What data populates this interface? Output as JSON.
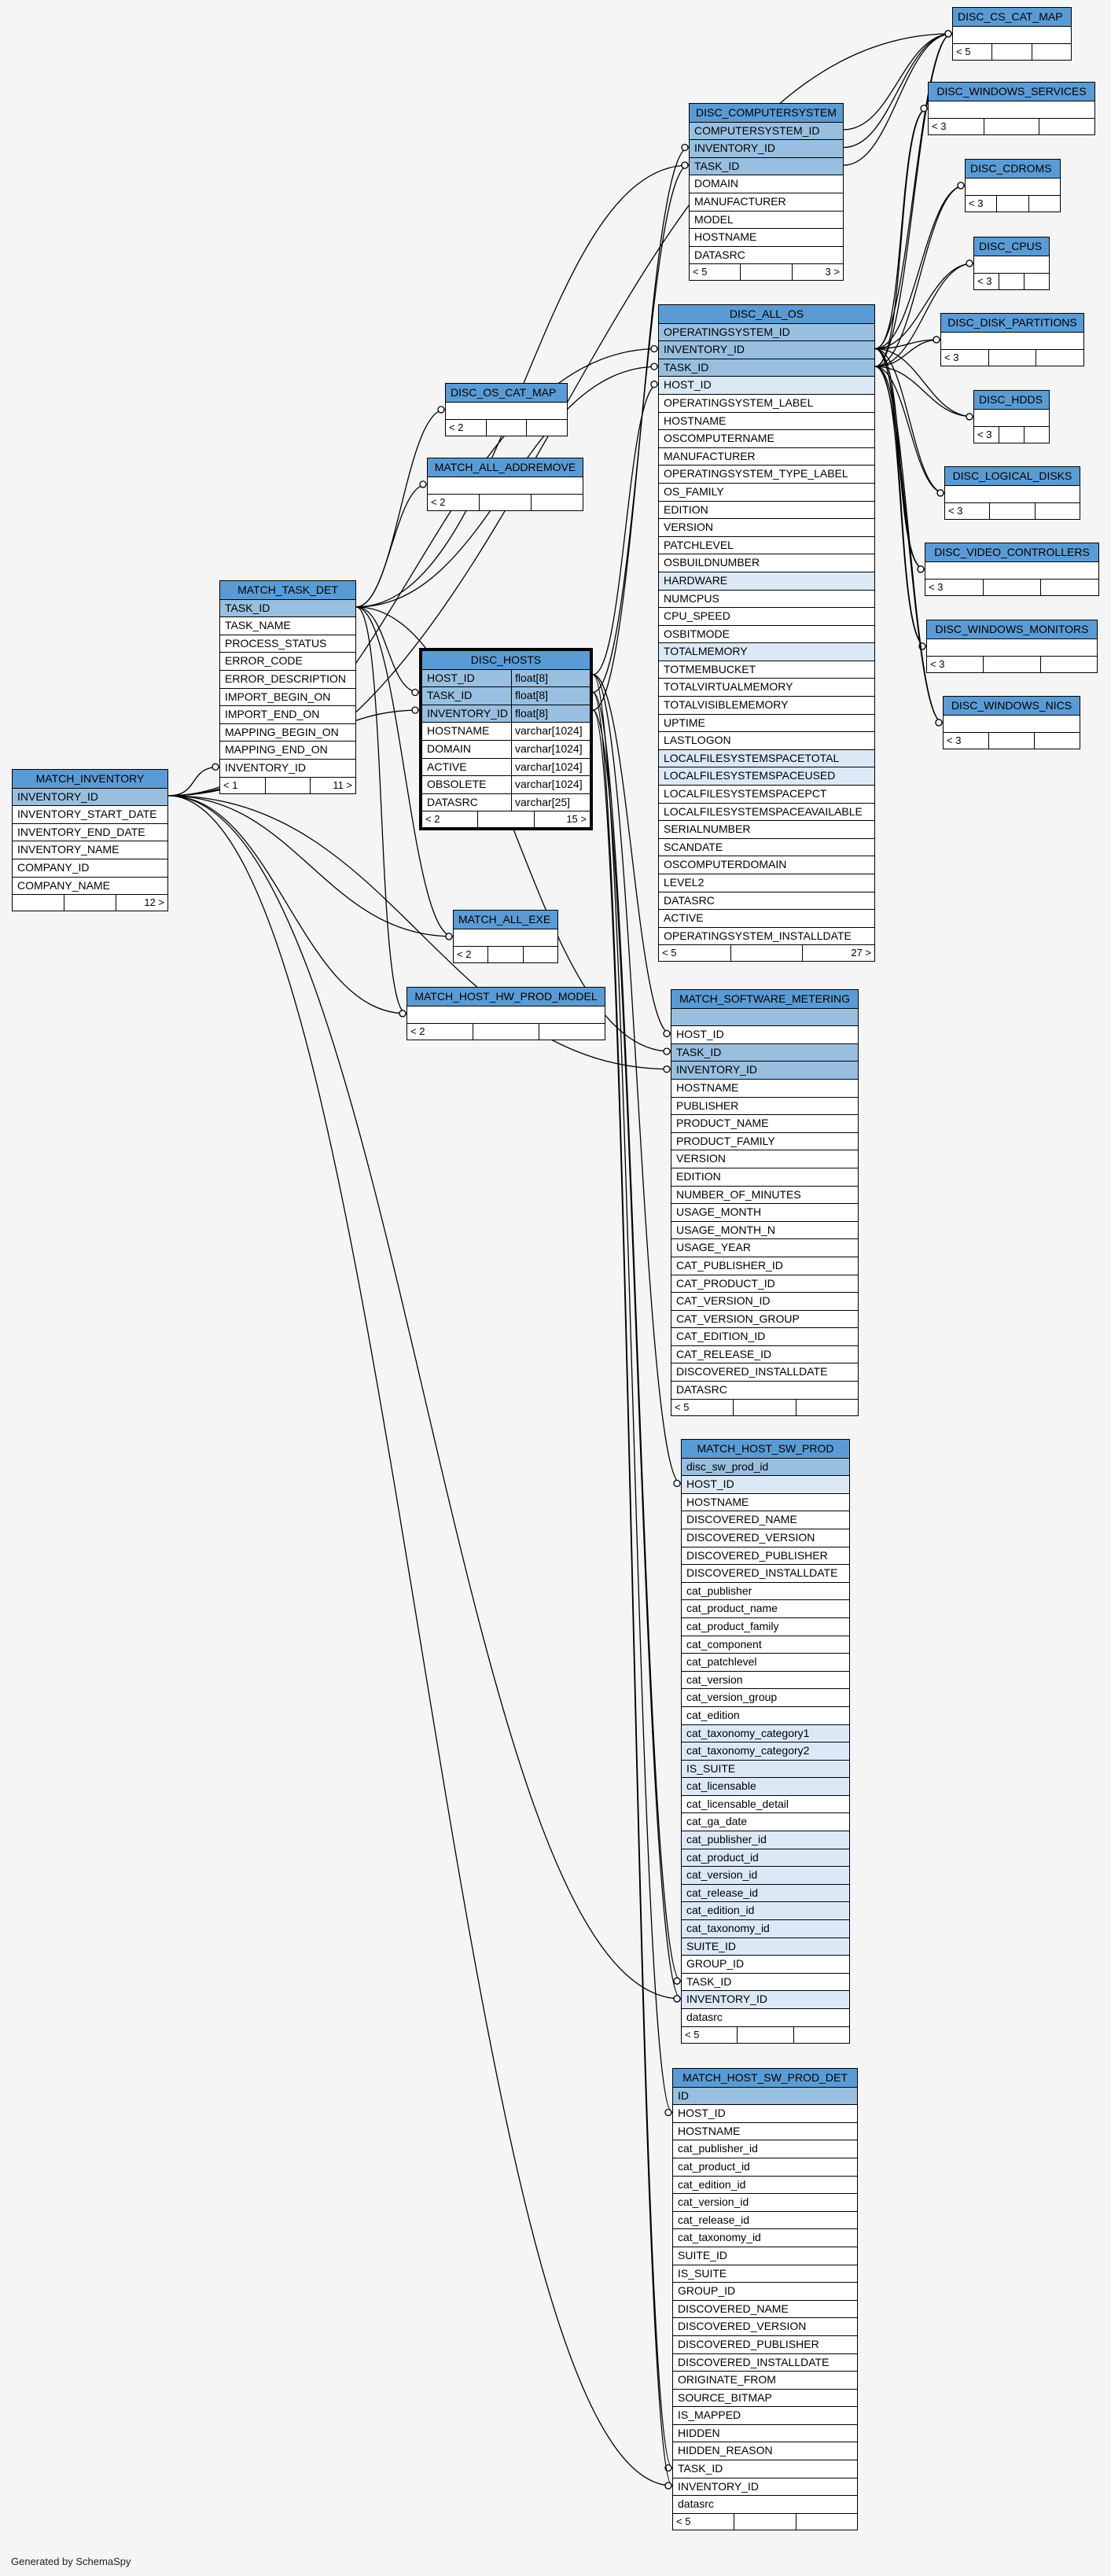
{
  "tables": [
    {
      "id": "disc_cs_cat_map",
      "name": "DISC_CS_CAT_MAP",
      "rows": [
        {
          "n": "",
          "k": "blank"
        }
      ],
      "foot": [
        "< 5",
        "",
        ""
      ]
    },
    {
      "id": "disc_windows_services",
      "name": "DISC_WINDOWS_SERVICES",
      "rows": [
        {
          "n": "",
          "k": "blank"
        }
      ],
      "foot": [
        "< 3",
        "",
        ""
      ]
    },
    {
      "id": "disc_cdroms",
      "name": "DISC_CDROMS",
      "rows": [
        {
          "n": "",
          "k": "blank"
        }
      ],
      "foot": [
        "< 3",
        "",
        ""
      ]
    },
    {
      "id": "disc_cpus",
      "name": "DISC_CPUS",
      "rows": [
        {
          "n": "",
          "k": "blank"
        }
      ],
      "foot": [
        "< 3",
        "",
        ""
      ]
    },
    {
      "id": "disc_disk_partitions",
      "name": "DISC_DISK_PARTITIONS",
      "rows": [
        {
          "n": "",
          "k": "blank"
        }
      ],
      "foot": [
        "< 3",
        "",
        ""
      ]
    },
    {
      "id": "disc_hdds",
      "name": "DISC_HDDS",
      "rows": [
        {
          "n": "",
          "k": "blank"
        }
      ],
      "foot": [
        "< 3",
        "",
        ""
      ]
    },
    {
      "id": "disc_logical_disks",
      "name": "DISC_LOGICAL_DISKS",
      "rows": [
        {
          "n": "",
          "k": "blank"
        }
      ],
      "foot": [
        "< 3",
        "",
        ""
      ]
    },
    {
      "id": "disc_video_controllers",
      "name": "DISC_VIDEO_CONTROLLERS",
      "rows": [
        {
          "n": "",
          "k": "blank"
        }
      ],
      "foot": [
        "< 3",
        "",
        ""
      ]
    },
    {
      "id": "disc_windows_monitors",
      "name": "DISC_WINDOWS_MONITORS",
      "rows": [
        {
          "n": "",
          "k": "blank"
        }
      ],
      "foot": [
        "< 3",
        "",
        ""
      ]
    },
    {
      "id": "disc_windows_nics",
      "name": "DISC_WINDOWS_NICS",
      "rows": [
        {
          "n": "",
          "k": "blank"
        }
      ],
      "foot": [
        "< 3",
        "",
        ""
      ]
    },
    {
      "id": "disc_computersystem",
      "name": "DISC_COMPUTERSYSTEM",
      "rows": [
        {
          "n": "COMPUTERSYSTEM_ID",
          "k": "pk"
        },
        {
          "n": "INVENTORY_ID",
          "k": "pk"
        },
        {
          "n": "TASK_ID",
          "k": "pk"
        },
        {
          "n": "DOMAIN",
          "k": ""
        },
        {
          "n": "MANUFACTURER",
          "k": ""
        },
        {
          "n": "MODEL",
          "k": ""
        },
        {
          "n": "HOSTNAME",
          "k": ""
        },
        {
          "n": "DATASRC",
          "k": ""
        }
      ],
      "foot": [
        "< 5",
        "",
        "3 >"
      ]
    },
    {
      "id": "disc_all_os",
      "name": "DISC_ALL_OS",
      "rows": [
        {
          "n": "OPERATINGSYSTEM_ID",
          "k": "pk"
        },
        {
          "n": "INVENTORY_ID",
          "k": "pk"
        },
        {
          "n": "TASK_ID",
          "k": "pk"
        },
        {
          "n": "HOST_ID",
          "k": "ix"
        },
        {
          "n": "OPERATINGSYSTEM_LABEL",
          "k": ""
        },
        {
          "n": "HOSTNAME",
          "k": ""
        },
        {
          "n": "OSCOMPUTERNAME",
          "k": ""
        },
        {
          "n": "MANUFACTURER",
          "k": ""
        },
        {
          "n": "OPERATINGSYSTEM_TYPE_LABEL",
          "k": ""
        },
        {
          "n": "OS_FAMILY",
          "k": ""
        },
        {
          "n": "EDITION",
          "k": ""
        },
        {
          "n": "VERSION",
          "k": ""
        },
        {
          "n": "PATCHLEVEL",
          "k": ""
        },
        {
          "n": "OSBUILDNUMBER",
          "k": ""
        },
        {
          "n": "HARDWARE",
          "k": "ix"
        },
        {
          "n": "NUMCPUS",
          "k": ""
        },
        {
          "n": "CPU_SPEED",
          "k": ""
        },
        {
          "n": "OSBITMODE",
          "k": ""
        },
        {
          "n": "TOTALMEMORY",
          "k": "ix"
        },
        {
          "n": "TOTMEMBUCKET",
          "k": ""
        },
        {
          "n": "TOTALVIRTUALMEMORY",
          "k": ""
        },
        {
          "n": "TOTALVISIBLEMEMORY",
          "k": ""
        },
        {
          "n": "UPTIME",
          "k": ""
        },
        {
          "n": "LASTLOGON",
          "k": ""
        },
        {
          "n": "LOCALFILESYSTEMSPACETOTAL",
          "k": "ix"
        },
        {
          "n": "LOCALFILESYSTEMSPACEUSED",
          "k": "ix"
        },
        {
          "n": "LOCALFILESYSTEMSPACEPCT",
          "k": ""
        },
        {
          "n": "LOCALFILESYSTEMSPACEAVAILABLE",
          "k": ""
        },
        {
          "n": "SERIALNUMBER",
          "k": ""
        },
        {
          "n": "SCANDATE",
          "k": ""
        },
        {
          "n": "OSCOMPUTERDOMAIN",
          "k": ""
        },
        {
          "n": "LEVEL2",
          "k": ""
        },
        {
          "n": "DATASRC",
          "k": ""
        },
        {
          "n": "ACTIVE",
          "k": ""
        },
        {
          "n": "OPERATINGSYSTEM_INSTALLDATE",
          "k": ""
        }
      ],
      "foot": [
        "< 5",
        "",
        "27 >"
      ]
    },
    {
      "id": "disc_os_cat_map",
      "name": "DISC_OS_CAT_MAP",
      "rows": [
        {
          "n": "",
          "k": "blank"
        }
      ],
      "foot": [
        "< 2",
        "",
        ""
      ]
    },
    {
      "id": "match_all_addremove",
      "name": "MATCH_ALL_ADDREMOVE",
      "rows": [
        {
          "n": "",
          "k": "blank"
        }
      ],
      "foot": [
        "< 2",
        "",
        ""
      ]
    },
    {
      "id": "match_task_det",
      "name": "MATCH_TASK_DET",
      "rows": [
        {
          "n": "TASK_ID",
          "k": "pk"
        },
        {
          "n": "TASK_NAME",
          "k": ""
        },
        {
          "n": "PROCESS_STATUS",
          "k": ""
        },
        {
          "n": "ERROR_CODE",
          "k": ""
        },
        {
          "n": "ERROR_DESCRIPTION",
          "k": ""
        },
        {
          "n": "IMPORT_BEGIN_ON",
          "k": ""
        },
        {
          "n": "IMPORT_END_ON",
          "k": ""
        },
        {
          "n": "MAPPING_BEGIN_ON",
          "k": ""
        },
        {
          "n": "MAPPING_END_ON",
          "k": ""
        },
        {
          "n": "INVENTORY_ID",
          "k": ""
        }
      ],
      "foot": [
        "< 1",
        "",
        "11 >"
      ]
    },
    {
      "id": "disc_hosts",
      "name": "DISC_HOSTS",
      "focus": true,
      "rows": [
        {
          "n": "HOST_ID",
          "k": "pk",
          "t": "float[8]"
        },
        {
          "n": "TASK_ID",
          "k": "pk",
          "t": "float[8]"
        },
        {
          "n": "INVENTORY_ID",
          "k": "pk",
          "t": "float[8]"
        },
        {
          "n": "HOSTNAME",
          "k": "",
          "t": "varchar[1024]"
        },
        {
          "n": "DOMAIN",
          "k": "",
          "t": "varchar[1024]"
        },
        {
          "n": "ACTIVE",
          "k": "",
          "t": "varchar[1024]"
        },
        {
          "n": "OBSOLETE",
          "k": "",
          "t": "varchar[1024]"
        },
        {
          "n": "DATASRC",
          "k": "",
          "t": "varchar[25]"
        }
      ],
      "foot": [
        "< 2",
        "",
        "15 >"
      ]
    },
    {
      "id": "match_inventory",
      "name": "MATCH_INVENTORY",
      "rows": [
        {
          "n": "INVENTORY_ID",
          "k": "pk"
        },
        {
          "n": "INVENTORY_START_DATE",
          "k": ""
        },
        {
          "n": "INVENTORY_END_DATE",
          "k": ""
        },
        {
          "n": "INVENTORY_NAME",
          "k": ""
        },
        {
          "n": "COMPANY_ID",
          "k": ""
        },
        {
          "n": "COMPANY_NAME",
          "k": ""
        }
      ],
      "foot": [
        "",
        "",
        "12 >"
      ]
    },
    {
      "id": "match_all_exe",
      "name": "MATCH_ALL_EXE",
      "rows": [
        {
          "n": "",
          "k": "blank"
        }
      ],
      "foot": [
        "< 2",
        "",
        ""
      ]
    },
    {
      "id": "match_host_hw_prod_model",
      "name": "MATCH_HOST_HW_PROD_MODEL",
      "rows": [
        {
          "n": "",
          "k": "blank"
        }
      ],
      "foot": [
        "< 2",
        "",
        ""
      ]
    },
    {
      "id": "match_software_metering",
      "name": "MATCH_SOFTWARE_METERING",
      "rows": [
        {
          "n": "",
          "k": "pk"
        },
        {
          "n": "HOST_ID",
          "k": ""
        },
        {
          "n": "TASK_ID",
          "k": "pk"
        },
        {
          "n": "INVENTORY_ID",
          "k": "pk"
        },
        {
          "n": "HOSTNAME",
          "k": ""
        },
        {
          "n": "PUBLISHER",
          "k": ""
        },
        {
          "n": "PRODUCT_NAME",
          "k": ""
        },
        {
          "n": "PRODUCT_FAMILY",
          "k": ""
        },
        {
          "n": "VERSION",
          "k": ""
        },
        {
          "n": "EDITION",
          "k": ""
        },
        {
          "n": "NUMBER_OF_MINUTES",
          "k": ""
        },
        {
          "n": "USAGE_MONTH",
          "k": ""
        },
        {
          "n": "USAGE_MONTH_N",
          "k": ""
        },
        {
          "n": "USAGE_YEAR",
          "k": ""
        },
        {
          "n": "CAT_PUBLISHER_ID",
          "k": ""
        },
        {
          "n": "CAT_PRODUCT_ID",
          "k": ""
        },
        {
          "n": "CAT_VERSION_ID",
          "k": ""
        },
        {
          "n": "CAT_VERSION_GROUP",
          "k": ""
        },
        {
          "n": "CAT_EDITION_ID",
          "k": ""
        },
        {
          "n": "CAT_RELEASE_ID",
          "k": ""
        },
        {
          "n": "DISCOVERED_INSTALLDATE",
          "k": ""
        },
        {
          "n": "DATASRC",
          "k": ""
        }
      ],
      "foot": [
        "< 5",
        "",
        ""
      ]
    },
    {
      "id": "match_host_sw_prod",
      "name": "MATCH_HOST_SW_PROD",
      "rows": [
        {
          "n": "disc_sw_prod_id",
          "k": "pk"
        },
        {
          "n": "HOST_ID",
          "k": "ix"
        },
        {
          "n": "HOSTNAME",
          "k": ""
        },
        {
          "n": "DISCOVERED_NAME",
          "k": ""
        },
        {
          "n": "DISCOVERED_VERSION",
          "k": ""
        },
        {
          "n": "DISCOVERED_PUBLISHER",
          "k": ""
        },
        {
          "n": "DISCOVERED_INSTALLDATE",
          "k": ""
        },
        {
          "n": "cat_publisher",
          "k": ""
        },
        {
          "n": "cat_product_name",
          "k": ""
        },
        {
          "n": "cat_product_family",
          "k": ""
        },
        {
          "n": "cat_component",
          "k": ""
        },
        {
          "n": "cat_patchlevel",
          "k": ""
        },
        {
          "n": "cat_version",
          "k": ""
        },
        {
          "n": "cat_version_group",
          "k": ""
        },
        {
          "n": "cat_edition",
          "k": ""
        },
        {
          "n": "cat_taxonomy_category1",
          "k": "ix"
        },
        {
          "n": "cat_taxonomy_category2",
          "k": "ix"
        },
        {
          "n": "IS_SUITE",
          "k": "ix"
        },
        {
          "n": "cat_licensable",
          "k": "ix"
        },
        {
          "n": "cat_licensable_detail",
          "k": ""
        },
        {
          "n": "cat_ga_date",
          "k": ""
        },
        {
          "n": "cat_publisher_id",
          "k": "ix"
        },
        {
          "n": "cat_product_id",
          "k": "ix"
        },
        {
          "n": "cat_version_id",
          "k": "ix"
        },
        {
          "n": "cat_release_id",
          "k": "ix"
        },
        {
          "n": "cat_edition_id",
          "k": "ix"
        },
        {
          "n": "cat_taxonomy_id",
          "k": "ix"
        },
        {
          "n": "SUITE_ID",
          "k": "ix"
        },
        {
          "n": "GROUP_ID",
          "k": ""
        },
        {
          "n": "TASK_ID",
          "k": ""
        },
        {
          "n": "INVENTORY_ID",
          "k": "ix"
        },
        {
          "n": "datasrc",
          "k": ""
        }
      ],
      "foot": [
        "< 5",
        "",
        ""
      ]
    },
    {
      "id": "match_host_sw_prod_det",
      "name": "MATCH_HOST_SW_PROD_DET",
      "rows": [
        {
          "n": "ID",
          "k": "pk"
        },
        {
          "n": "HOST_ID",
          "k": ""
        },
        {
          "n": "HOSTNAME",
          "k": ""
        },
        {
          "n": "cat_publisher_id",
          "k": ""
        },
        {
          "n": "cat_product_id",
          "k": ""
        },
        {
          "n": "cat_edition_id",
          "k": ""
        },
        {
          "n": "cat_version_id",
          "k": ""
        },
        {
          "n": "cat_release_id",
          "k": ""
        },
        {
          "n": "cat_taxonomy_id",
          "k": ""
        },
        {
          "n": "SUITE_ID",
          "k": ""
        },
        {
          "n": "IS_SUITE",
          "k": ""
        },
        {
          "n": "GROUP_ID",
          "k": ""
        },
        {
          "n": "DISCOVERED_NAME",
          "k": ""
        },
        {
          "n": "DISCOVERED_VERSION",
          "k": ""
        },
        {
          "n": "DISCOVERED_PUBLISHER",
          "k": ""
        },
        {
          "n": "DISCOVERED_INSTALLDATE",
          "k": ""
        },
        {
          "n": "ORIGINATE_FROM",
          "k": ""
        },
        {
          "n": "SOURCE_BITMAP",
          "k": ""
        },
        {
          "n": "IS_MAPPED",
          "k": ""
        },
        {
          "n": "HIDDEN",
          "k": ""
        },
        {
          "n": "HIDDEN_REASON",
          "k": ""
        },
        {
          "n": "TASK_ID",
          "k": ""
        },
        {
          "n": "INVENTORY_ID",
          "k": ""
        },
        {
          "n": "datasrc",
          "k": ""
        }
      ],
      "foot": [
        "< 5",
        "",
        ""
      ]
    }
  ],
  "footer_note": "Generated by SchemaSpy"
}
